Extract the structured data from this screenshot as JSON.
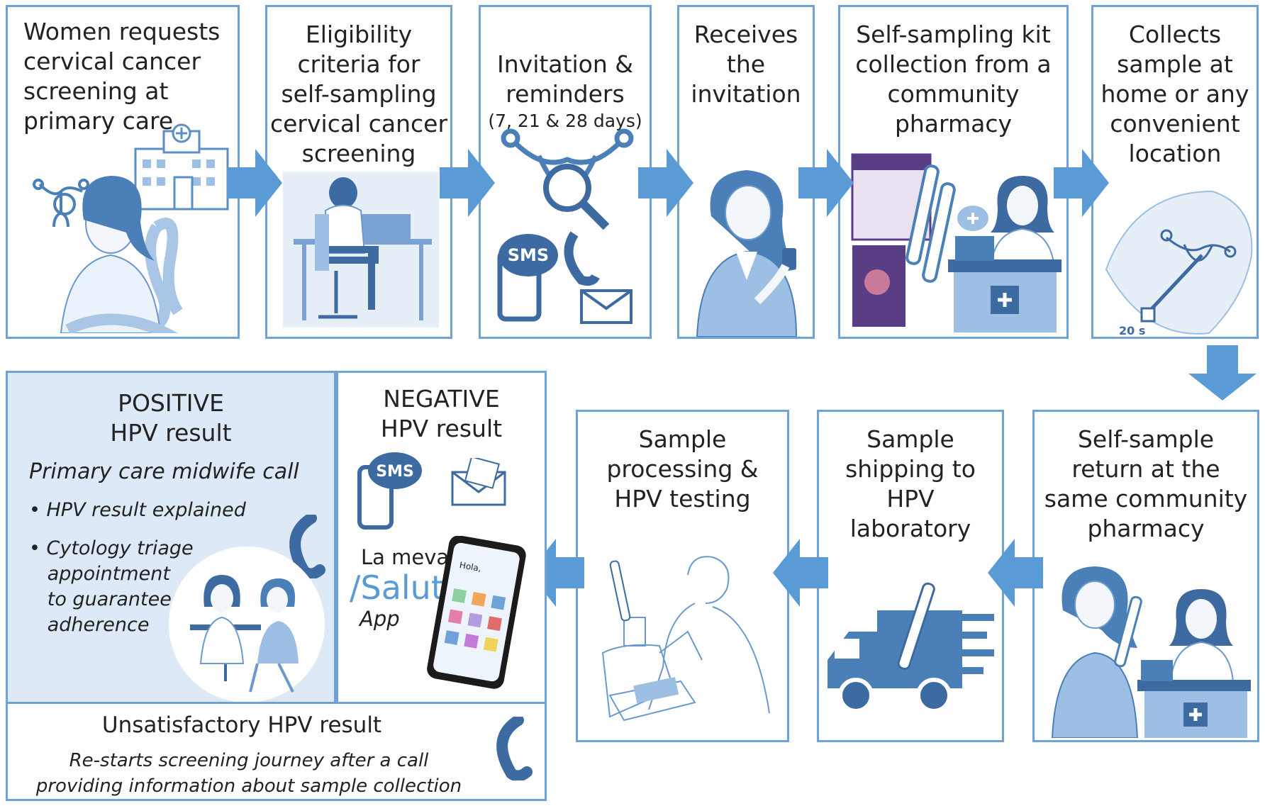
{
  "top_row": [
    {
      "title": "Women requests\ncervical cancer\nscreening at\nprimary care",
      "icon": "hospital-woman-ribbon-icon"
    },
    {
      "title": "Eligibility\ncriteria for\nself-sampling\ncervical cancer\nscreening",
      "icon": "person-at-computer-icon"
    },
    {
      "title": "Invitation &\nreminders",
      "subtitle": "(7, 21 & 28 days)",
      "icon": "uterus-magnifier-sms-phone-icon"
    },
    {
      "title": "Receives\nthe\ninvitation",
      "icon": "woman-with-phone-icon"
    },
    {
      "title": "Self-sampling kit\ncollection from a\ncommunity\npharmacy",
      "icon": "pharmacy-kit-icon"
    },
    {
      "title": "Collects\nsample at\nhome or any\nconvenient\nlocation",
      "icon": "self-sampling-icon",
      "timer_label": "20 s"
    }
  ],
  "bottom_row": [
    {
      "title": "Self-sample\nreturn at the\nsame community\npharmacy",
      "icon": "pharmacy-return-icon"
    },
    {
      "title": "Sample\nshipping to\nHPV\nlaboratory",
      "icon": "delivery-truck-icon"
    },
    {
      "title": "Sample\nprocessing &\nHPV testing",
      "icon": "lab-technician-icon"
    }
  ],
  "positive": {
    "title": "POSITIVE\nHPV result",
    "subtitle": "Primary care midwife call",
    "bullet1": "• HPV result explained",
    "bullet2": "• Cytology triage\n   appointment\n   to guarantee\n   adherence"
  },
  "negative": {
    "title": "NEGATIVE\nHPV result",
    "app_prefix": "La meva",
    "app_name": "/Salut",
    "app_suffix": "App",
    "sms": "SMS",
    "phone_greeting": "Hola,"
  },
  "unsatisfactory": {
    "title": "Unsatisfactory HPV result",
    "description": "Re-starts screening journey after a call\nproviding information about sample collection"
  },
  "sms_label": "SMS",
  "colors": {
    "border": "#6fa3d8",
    "arrow": "#5b9bd5",
    "positive_bg": "#dde9f6",
    "icon_blue": "#4a7fb8"
  }
}
